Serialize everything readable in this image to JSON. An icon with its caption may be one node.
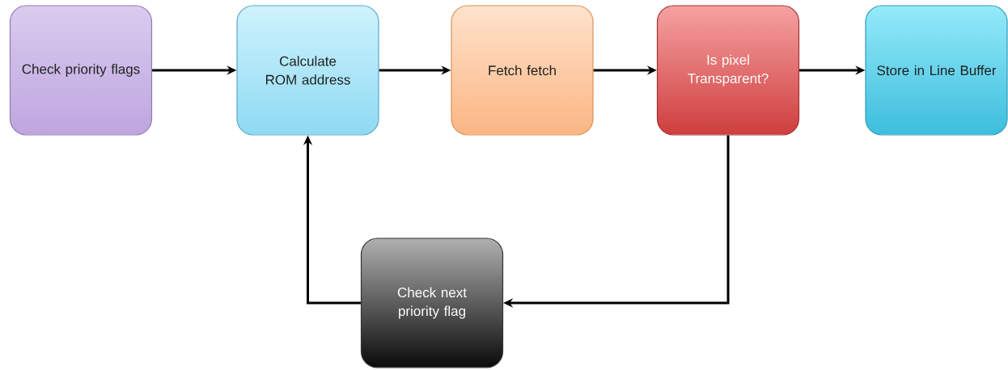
{
  "diagram": {
    "nodes": [
      {
        "text": [
          "Check priority flags"
        ]
      },
      {
        "text": [
          "Calculate ROM address"
        ]
      },
      {
        "text": [
          "Fetch fetch"
        ]
      },
      {
        "text": [
          "Is pixel Transparent?"
        ]
      },
      {
        "text": [
          "Store in Line Buffer"
        ]
      },
      {
        "text": [
          "Check next priority flag"
        ]
      }
    ],
    "edges": [
      {
        "from": 0,
        "to": 1,
        "arrow": "to"
      },
      {
        "from": 1,
        "to": 2,
        "arrow": "to"
      },
      {
        "from": 2,
        "to": 3,
        "arrow": "to"
      },
      {
        "from": 3,
        "to": 4,
        "arrow": "to"
      },
      {
        "from": 3,
        "to": 5,
        "arrow": "to"
      },
      {
        "from": 5,
        "to": 1,
        "arrow": "to"
      }
    ]
  }
}
